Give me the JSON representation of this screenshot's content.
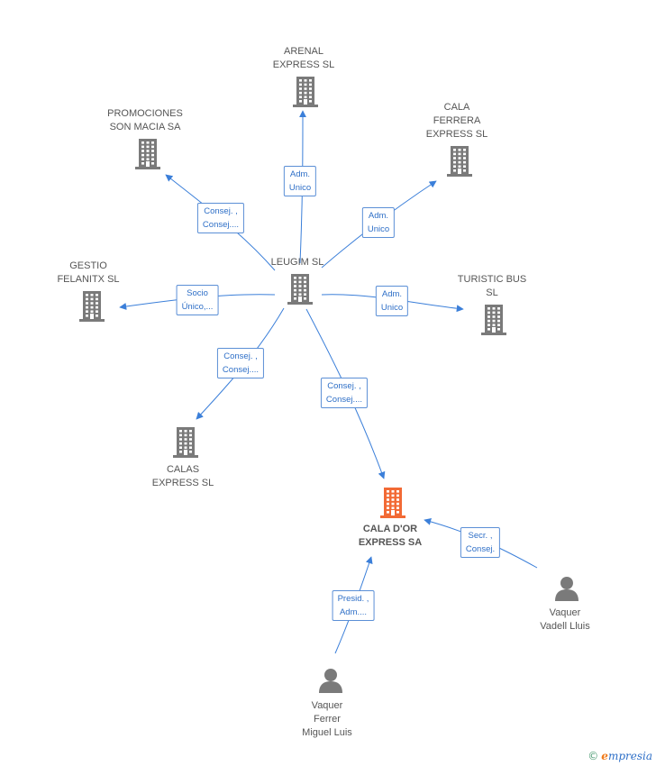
{
  "colors": {
    "company": "#7a7a7a",
    "highlight": "#f26a35",
    "person": "#7a7a7a",
    "edge": "#3b7fd9"
  },
  "nodes": [
    {
      "id": "arenal",
      "label": "ARENAL\nEXPRESS SL",
      "type": "company"
    },
    {
      "id": "promociones",
      "label": "PROMOCIONES\nSON MACIA SA",
      "type": "company"
    },
    {
      "id": "calaferrera",
      "label": "CALA\nFERRERA\nEXPRESS  SL",
      "type": "company"
    },
    {
      "id": "leugim",
      "label": "LEUGIM SL",
      "type": "company"
    },
    {
      "id": "gestio",
      "label": "GESTIO\nFELANITX  SL",
      "type": "company"
    },
    {
      "id": "turistic",
      "label": "TURISTIC BUS\nSL",
      "type": "company"
    },
    {
      "id": "calas",
      "label": "CALAS\nEXPRESS  SL",
      "type": "company"
    },
    {
      "id": "calador",
      "label": "CALA D'OR\nEXPRESS SA",
      "type": "highlight"
    },
    {
      "id": "vadell",
      "label": "Vaquer\nVadell Lluis",
      "type": "person"
    },
    {
      "id": "ferrer",
      "label": "Vaquer\nFerrer\nMiguel Luis",
      "type": "person"
    }
  ],
  "edges": [
    {
      "from": "leugim",
      "to": "arenal",
      "label": "Adm.\nUnico"
    },
    {
      "from": "leugim",
      "to": "promociones",
      "label": "Consej. ,\nConsej...."
    },
    {
      "from": "leugim",
      "to": "calaferrera",
      "label": "Adm.\nUnico"
    },
    {
      "from": "leugim",
      "to": "gestio",
      "label": "Socio\nÚnico,..."
    },
    {
      "from": "leugim",
      "to": "turistic",
      "label": "Adm.\nUnico"
    },
    {
      "from": "leugim",
      "to": "calas",
      "label": "Consej. ,\nConsej...."
    },
    {
      "from": "leugim",
      "to": "calador",
      "label": "Consej. ,\nConsej...."
    },
    {
      "from": "vadell",
      "to": "calador",
      "label": "Secr. ,\nConsej."
    },
    {
      "from": "ferrer",
      "to": "calador",
      "label": "Presid. ,\nAdm...."
    }
  ],
  "watermark": {
    "copyright": "©",
    "brand_initial": "e",
    "brand_rest": "mpresia"
  }
}
